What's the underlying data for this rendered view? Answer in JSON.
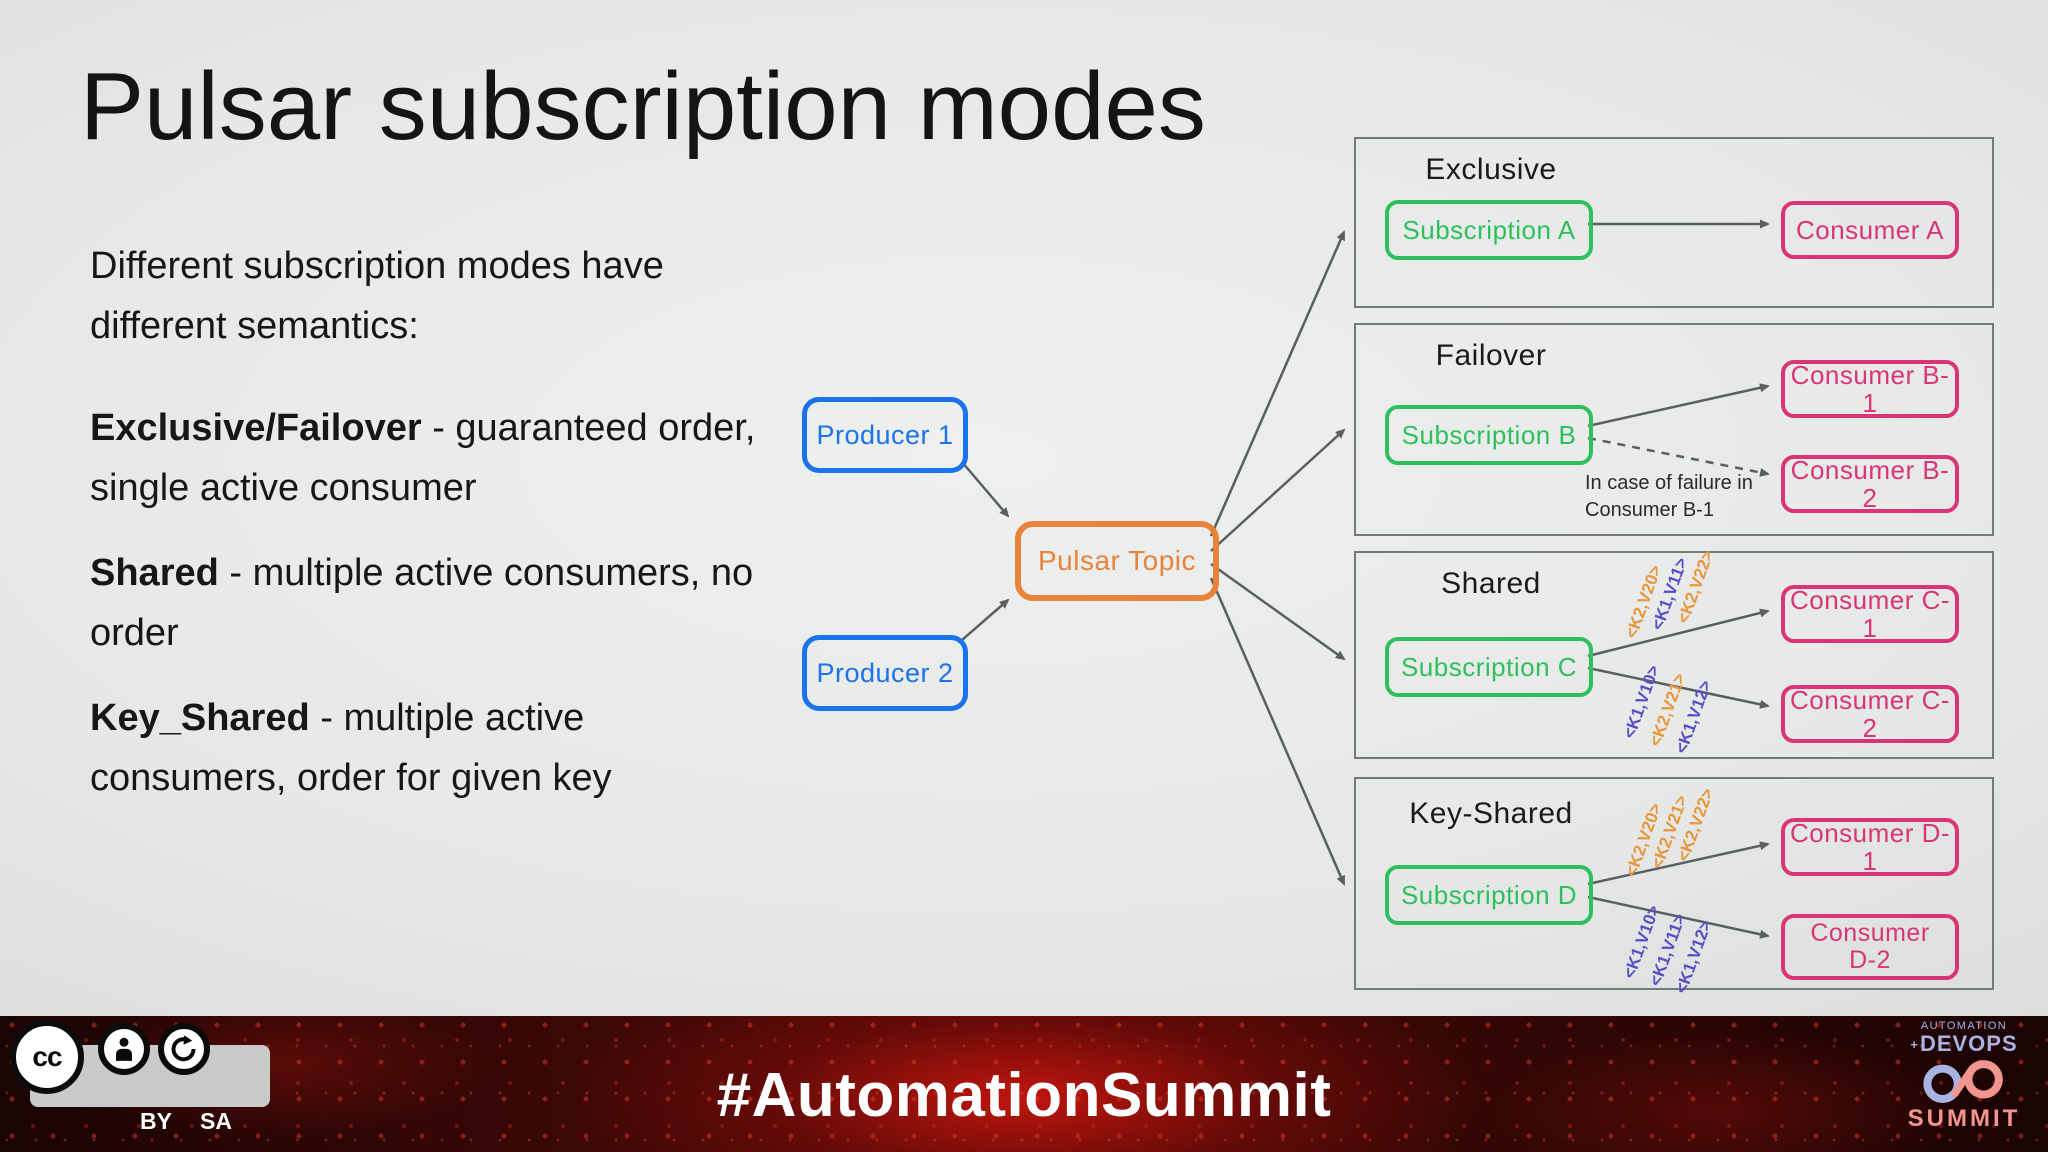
{
  "palette": {
    "blue": "#1a73e8",
    "orange": "#e8833c",
    "green": "#2fc05e",
    "pink": "#d93575",
    "arrow": "#5a5f63",
    "group-border": "#74797c",
    "key-orange": "#e8963c",
    "key-purple": "#5b4dc4",
    "badge-gray": "#c9cbc8",
    "logo-blue": "#a9b3e3",
    "logo-salmon": "#f2958e"
  },
  "slide": {
    "title": "Pulsar subscription modes",
    "intro": {
      "line1": "Different subscription modes have",
      "line2": "different semantics:"
    },
    "bullets": [
      {
        "term": "Exclusive/Failover",
        "tail": " - guaranteed order,",
        "line2": "single active consumer"
      },
      {
        "term": "Shared",
        "tail": " - multiple active consumers, no",
        "line2": "order"
      },
      {
        "term": "Key_Shared",
        "tail": " - multiple active",
        "line2": "consumers, order for given key"
      }
    ]
  },
  "diagram": {
    "producer1": "Producer 1",
    "producer2": "Producer 2",
    "topic": "Pulsar Topic",
    "groups": [
      {
        "title": "Exclusive",
        "subscription": "Subscription A",
        "consumer1": "Consumer A"
      },
      {
        "title": "Failover",
        "subscription": "Subscription B",
        "consumer1": "Consumer B-1",
        "consumer2": "Consumer B-2",
        "note_line1": "In case of failure in",
        "note_line2": "Consumer B-1"
      },
      {
        "title": "Shared",
        "subscription": "Subscription C",
        "consumer1": "Consumer C-1",
        "consumer2": "Consumer C-2",
        "upper_keys": [
          {
            "text": "<K2,V20>",
            "color": "#e8963c"
          },
          {
            "text": "<K1,V11>",
            "color": "#5b4dc4"
          },
          {
            "text": "<K2,V22>",
            "color": "#e8963c"
          }
        ],
        "lower_keys": [
          {
            "text": "<K1,V10>",
            "color": "#5b4dc4"
          },
          {
            "text": "<K2,V21>",
            "color": "#e8963c"
          },
          {
            "text": "<K1,V12>",
            "color": "#5b4dc4"
          }
        ]
      },
      {
        "title": "Key-Shared",
        "subscription": "Subscription D",
        "consumer1": "Consumer D-1",
        "consumer2": "Consumer D-2",
        "upper_keys": [
          {
            "text": "<K2,V20>",
            "color": "#e8963c"
          },
          {
            "text": "<K2,V21>",
            "color": "#e8963c"
          },
          {
            "text": "<K2,V22>",
            "color": "#e8963c"
          }
        ],
        "lower_keys": [
          {
            "text": "<K1,V10>",
            "color": "#5b4dc4"
          },
          {
            "text": "<K1,V11>",
            "color": "#5b4dc4"
          },
          {
            "text": "<K1,V12>",
            "color": "#5b4dc4"
          }
        ]
      }
    ]
  },
  "footer": {
    "hashtag": "#AutomationSummit",
    "license": {
      "cc": "cc",
      "by": "BY",
      "sa": "SA"
    },
    "logo": {
      "top": "AUTOMATION",
      "plus": "+",
      "mid": "DEVOPS",
      "bottom": "SUMMIT"
    }
  }
}
